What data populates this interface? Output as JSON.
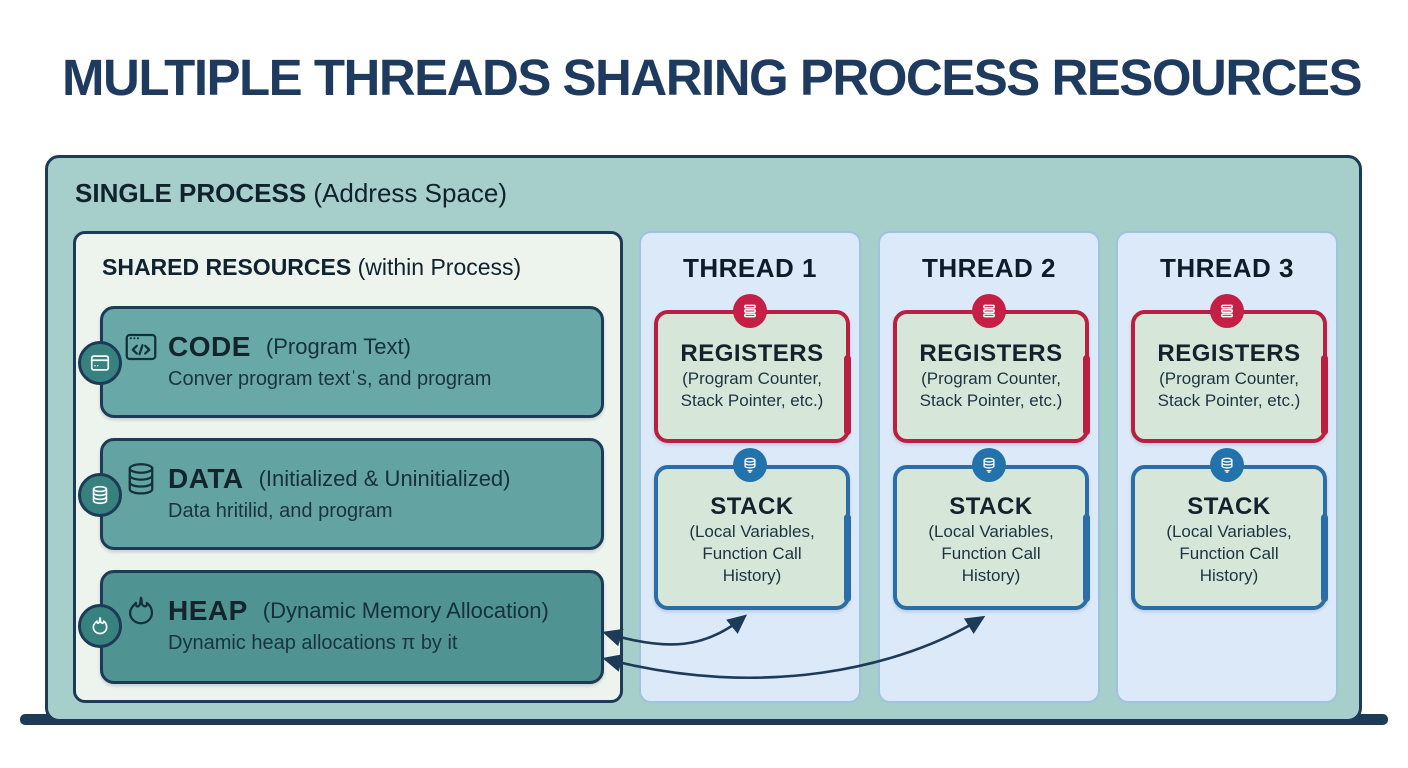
{
  "title": "MULTIPLE THREADS SHARING PROCESS RESOURCES",
  "process_box": {
    "title_bold": "SINGLE PROCESS",
    "title_suffix": " (Address Space)"
  },
  "shared_panel": {
    "title_bold": "SHARED RESOURCES",
    "title_suffix": " (within Process)",
    "resources": [
      {
        "name": "CODE",
        "qualifier": "(Program Text)",
        "description": "Conver program textˈs, and program",
        "icon": "code-window-icon"
      },
      {
        "name": "DATA",
        "qualifier": "(Initialized & Uninitialized)",
        "description": "Data hritilid, and program",
        "icon": "database-icon"
      },
      {
        "name": "HEAP",
        "qualifier": "(Dynamic Memory Allocation)",
        "description": "Dynamic heap allocations π by it",
        "icon": "flame-icon"
      }
    ]
  },
  "threads": [
    {
      "label": "THREAD 1"
    },
    {
      "label": "THREAD 2"
    },
    {
      "label": "THREAD 3"
    }
  ],
  "registers_box": {
    "title": "REGISTERS",
    "subtitle_line1": "(Program Counter,",
    "subtitle_line2": "Stack Pointer, etc.)"
  },
  "stack_box": {
    "title": "STACK",
    "subtitle_line1": "(Local Variables,",
    "subtitle_line2": "Function Call",
    "subtitle_line3": "History)"
  },
  "arrows": [
    {
      "name": "heap-to-thread1-stack",
      "bidirectional": true
    },
    {
      "name": "heap-to-thread2-stack",
      "bidirectional": true
    }
  ],
  "colors": {
    "title_navy": "#1e3a5f",
    "outline_navy": "#1d3a56",
    "process_fill": "#a6cecb",
    "shared_panel_fill": "#edf4ee",
    "code_box_fill": "#68a9a7",
    "data_box_fill": "#63a3a2",
    "heap_box_fill": "#4f9392",
    "badge_teal": "#37817f",
    "thread_column_fill": "#dbe9f9",
    "thread_column_border": "#9fc2de",
    "register_red": "#b91f40",
    "stack_blue": "#2b6da7",
    "inner_box_fill": "#d6e7da",
    "arrow_navy": "#1d3a56"
  }
}
